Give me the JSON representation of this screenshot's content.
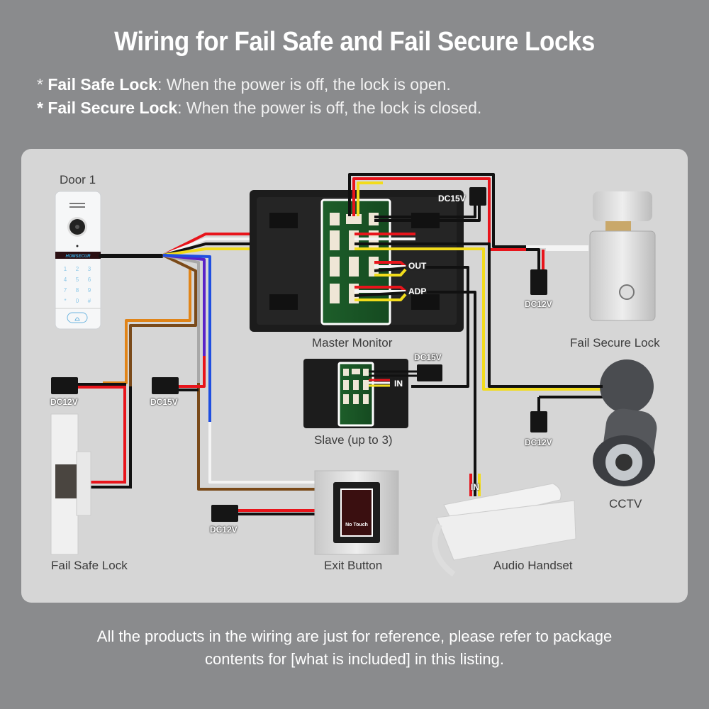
{
  "header": {
    "title": "Wiring for Fail Safe and Fail Secure Locks",
    "notes": [
      {
        "bullet": "* ",
        "term": "Fail Safe Lock",
        "desc": ": When the power is off, the lock is open."
      },
      {
        "bullet": "* ",
        "term": "Fail Secure Lock",
        "desc": ": When the power is off, the lock is closed."
      }
    ]
  },
  "devices": {
    "door": {
      "label": "Door 1",
      "brand": "HOMSECUR",
      "keys": [
        "1",
        "2",
        "3",
        "4",
        "5",
        "6",
        "7",
        "8",
        "9",
        "*",
        "0",
        "#"
      ]
    },
    "master_monitor": {
      "label": "Master Monitor"
    },
    "slave_monitor": {
      "label": "Slave (up to 3)"
    },
    "fail_secure_lock": {
      "label": "Fail Secure Lock"
    },
    "fail_safe_lock": {
      "label": "Fail Safe Lock"
    },
    "exit_button": {
      "label": "Exit Button",
      "face_text": "No Touch"
    },
    "cctv": {
      "label": "CCTV"
    },
    "audio_handset": {
      "label": "Audio Handset"
    }
  },
  "port_labels": {
    "out": "OUT",
    "adp": "ADP",
    "slave_in": "IN",
    "handset_in": "IN"
  },
  "power_supplies": {
    "master": "DC15V",
    "slave": "DC15V",
    "fail_secure": "DC12V",
    "fail_safe": "DC12V",
    "door_branch": "DC15V",
    "exit_button": "DC12V",
    "cctv": "DC12V"
  },
  "wire_colors": {
    "red": "#e8141b",
    "white": "#f4f4f4",
    "black": "#111111",
    "yellow": "#f2dc1c",
    "blue": "#1f4fe0",
    "purple": "#5a22c8",
    "grey": "#a8a8a8",
    "brown": "#7a4a1a",
    "orange": "#e08418"
  },
  "footer": {
    "line1": "All the products in the wiring are just for reference, please refer to package",
    "line2": "contents for [what is included] in this listing."
  }
}
